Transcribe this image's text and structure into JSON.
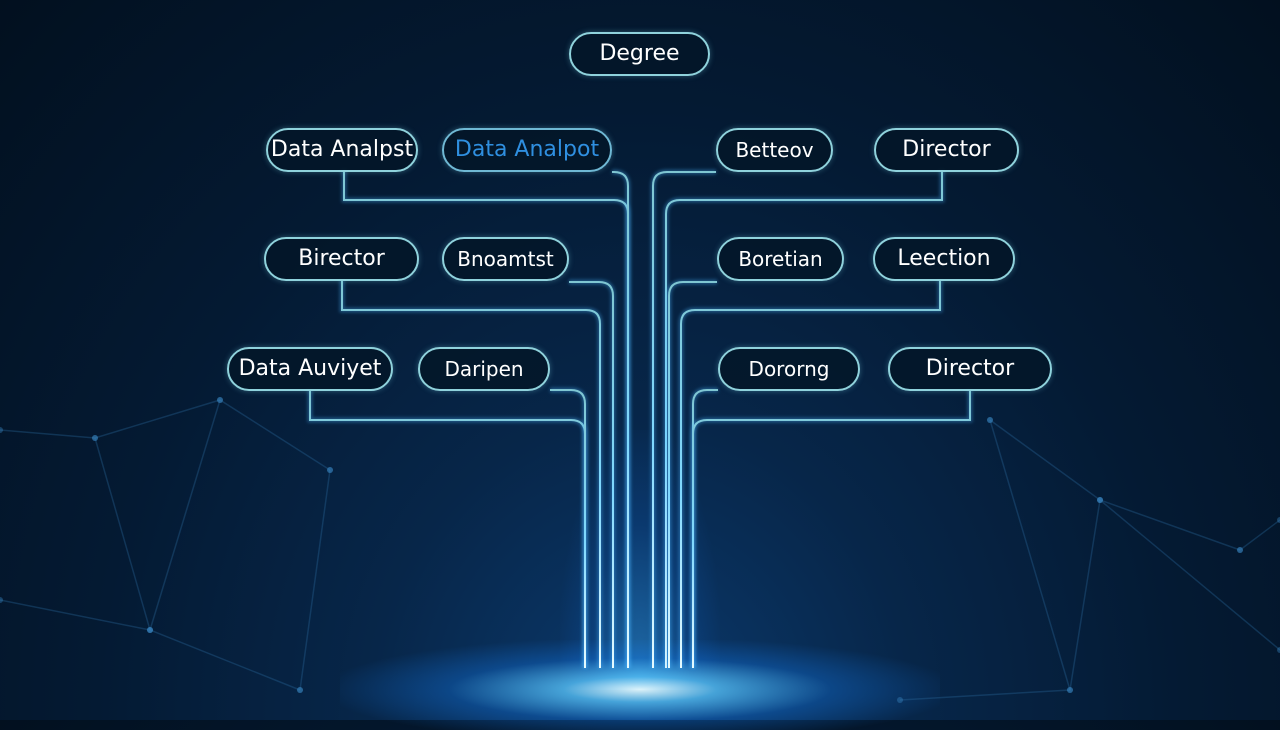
{
  "diagram": {
    "colors": {
      "accent": "#8fd2dc",
      "highlight_text": "#2f8fe0",
      "wire": "#7fc6d2",
      "glow": "#5ac8ff"
    },
    "root": {
      "label": "Degree"
    },
    "nodes": [
      {
        "id": "r1l1",
        "label": "Data Analpst"
      },
      {
        "id": "r1l2",
        "label": "Data Analpot",
        "highlighted": true
      },
      {
        "id": "r1r1",
        "label": "Betteov"
      },
      {
        "id": "r1r2",
        "label": "Director"
      },
      {
        "id": "r2l1",
        "label": "Birector"
      },
      {
        "id": "r2l2",
        "label": "Bnoamtst"
      },
      {
        "id": "r2r1",
        "label": "Boretian"
      },
      {
        "id": "r2r2",
        "label": "Leection"
      },
      {
        "id": "r3l1",
        "label": "Data Auviyet"
      },
      {
        "id": "r3l2",
        "label": "Daripen"
      },
      {
        "id": "r3r1",
        "label": "Dororng"
      },
      {
        "id": "r3r2",
        "label": "Director"
      }
    ]
  }
}
